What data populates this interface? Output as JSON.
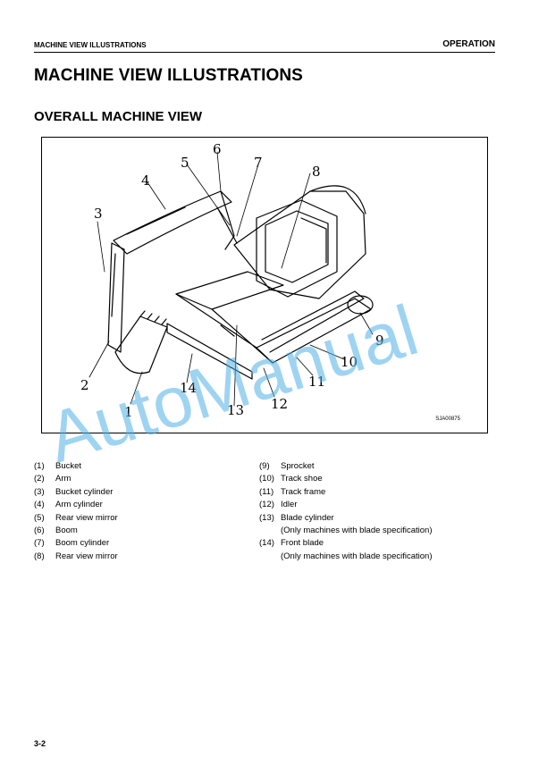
{
  "header": {
    "left": "MACHINE VIEW ILLUSTRATIONS",
    "right": "OPERATION"
  },
  "title": "MACHINE VIEW ILLUSTRATIONS",
  "section": "OVERALL MACHINE VIEW",
  "figure": {
    "code": "SJA00875",
    "callouts": [
      "1",
      "2",
      "3",
      "4",
      "5",
      "6",
      "7",
      "8",
      "9",
      "10",
      "11",
      "12",
      "13",
      "14"
    ]
  },
  "parts_left": [
    {
      "num": "(1)",
      "label": "Bucket"
    },
    {
      "num": "(2)",
      "label": "Arm"
    },
    {
      "num": "(3)",
      "label": "Bucket cylinder"
    },
    {
      "num": "(4)",
      "label": "Arm cylinder"
    },
    {
      "num": "(5)",
      "label": "Rear view mirror"
    },
    {
      "num": "(6)",
      "label": "Boom"
    },
    {
      "num": "(7)",
      "label": "Boom cylinder"
    },
    {
      "num": "(8)",
      "label": "Rear view mirror"
    }
  ],
  "parts_right": [
    {
      "num": "(9)",
      "label": "Sprocket",
      "note": ""
    },
    {
      "num": "(10)",
      "label": "Track shoe",
      "note": ""
    },
    {
      "num": "(11)",
      "label": "Track frame",
      "note": ""
    },
    {
      "num": "(12)",
      "label": "Idler",
      "note": ""
    },
    {
      "num": "(13)",
      "label": "Blade cylinder",
      "note": "(Only machines with blade specification)"
    },
    {
      "num": "(14)",
      "label": "Front blade",
      "note": "(Only machines with blade specification)"
    }
  ],
  "watermark": "AutoManual",
  "page_number": "3-2",
  "colors": {
    "watermark": "#4fb0e6"
  }
}
